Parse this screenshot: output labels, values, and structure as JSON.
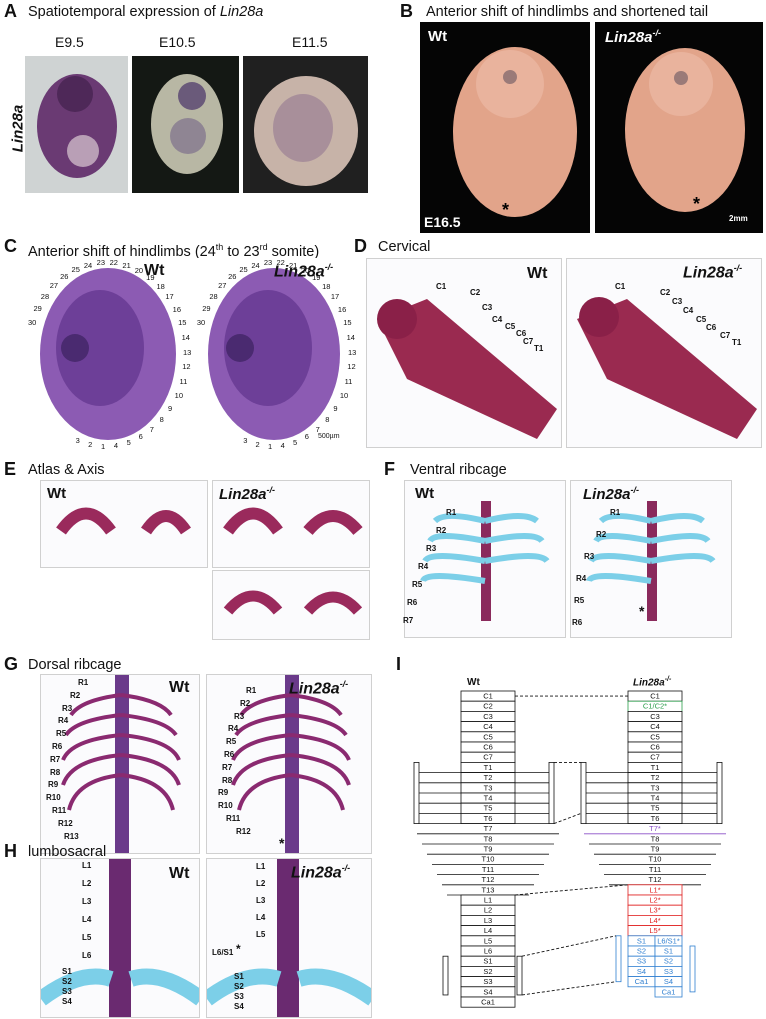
{
  "panels": {
    "A": {
      "label": "A",
      "title": "Spatiotemporal expression of ",
      "title_gene": "Lin28a",
      "side_label": "Lin28a",
      "stages": [
        "E9.5",
        "E10.5",
        "E11.5"
      ]
    },
    "B": {
      "label": "B",
      "title": "Anterior shift of hindlimbs and shortened tail",
      "left": "Wt",
      "right": "Lin28a",
      "sup": "-/-",
      "stage": "E16.5",
      "scale": "2mm"
    },
    "C": {
      "label": "C",
      "title_pre": "Anterior shift of hindlimbs (24",
      "title_sup1": "th",
      "title_mid": " to 23",
      "title_sup2": "rd",
      "title_post": " somite)",
      "left": "Wt",
      "right": "Lin28a",
      "sup": "-/-",
      "scale": "500µm",
      "wt_somites": [
        "3",
        "2",
        "1",
        "4",
        "5",
        "6",
        "7",
        "8",
        "9",
        "10",
        "11",
        "12",
        "13",
        "14",
        "15",
        "16",
        "17",
        "18",
        "19",
        "20",
        "21",
        "22",
        "23",
        "24",
        "25",
        "26",
        "27",
        "28",
        "29",
        "30"
      ],
      "ko_somites": [
        "3",
        "2",
        "1",
        "4",
        "5",
        "6",
        "7",
        "8",
        "9",
        "10",
        "11",
        "12",
        "13",
        "14",
        "15",
        "16",
        "17",
        "18",
        "19",
        "20",
        "21",
        "22",
        "23",
        "24",
        "25",
        "26",
        "27",
        "28",
        "29",
        "30"
      ]
    },
    "D": {
      "label": "D",
      "title": "Cervical",
      "left": "Wt",
      "right": "Lin28a",
      "sup": "-/-",
      "vertebrae": [
        "C1",
        "C2",
        "C3",
        "C4",
        "C5",
        "C6",
        "C7",
        "T1"
      ]
    },
    "E": {
      "label": "E",
      "title": "Atlas & Axis",
      "left": "Wt",
      "right": "Lin28a",
      "sup": "-/-"
    },
    "F": {
      "label": "F",
      "title": "Ventral ribcage",
      "left": "Wt",
      "right": "Lin28a",
      "sup": "-/-",
      "wt_ribs": [
        "R1",
        "R2",
        "R3",
        "R4",
        "R5",
        "R6",
        "R7"
      ],
      "ko_ribs": [
        "R1",
        "R2",
        "R3",
        "R4",
        "R5",
        "R6"
      ],
      "star": "*"
    },
    "G": {
      "label": "G",
      "title": "Dorsal ribcage",
      "left": "Wt",
      "right": "Lin28a",
      "sup": "-/-",
      "wt_ribs": [
        "R1",
        "R2",
        "R3",
        "R4",
        "R5",
        "R6",
        "R7",
        "R8",
        "R9",
        "R10",
        "R11",
        "R12",
        "R13"
      ],
      "ko_ribs": [
        "R1",
        "R2",
        "R3",
        "R4",
        "R5",
        "R6",
        "R7",
        "R8",
        "R9",
        "R10",
        "R11",
        "R12"
      ],
      "star": "*"
    },
    "H": {
      "label": "H",
      "title": "lumbosacral",
      "left": "Wt",
      "right": "Lin28a",
      "sup": "-/-",
      "wt_lumbar": [
        "L1",
        "L2",
        "L3",
        "L4",
        "L5",
        "L6"
      ],
      "wt_sacral": [
        "S1",
        "S2",
        "S3",
        "S4"
      ],
      "ko_lumbar": [
        "L1",
        "L2",
        "L3",
        "L4",
        "L5"
      ],
      "ko_special": "L6/S1",
      "star": "*",
      "ko_sacral": [
        "S1",
        "S2",
        "S3",
        "S4"
      ]
    },
    "I": {
      "label": "I",
      "left": "Wt",
      "right": "Lin28a",
      "sup": "-/-",
      "wt_column": [
        "C1",
        "C2",
        "C3",
        "C4",
        "C5",
        "C6",
        "C7",
        "T1",
        "T2",
        "T3",
        "T4",
        "T5",
        "T6",
        "T7",
        "T8",
        "T9",
        "T10",
        "T11",
        "T12",
        "T13",
        "L1",
        "L2",
        "L3",
        "L4",
        "L5",
        "L6",
        "S1",
        "S2",
        "S3",
        "S4",
        "Ca1"
      ],
      "ko_column": [
        "C1",
        "C1/C2*",
        "C3",
        "C4",
        "C5",
        "C6",
        "C7",
        "T1",
        "T2",
        "T3",
        "T4",
        "T5",
        "T6",
        "T7*",
        "T8",
        "T9",
        "T10",
        "T11",
        "T12",
        "L1*",
        "L2*",
        "L3*",
        "L4*",
        "L5*"
      ],
      "ko_pairs": [
        [
          "S1",
          "L6/S1*"
        ],
        [
          "S2",
          "S1"
        ],
        [
          "S3",
          "S2"
        ],
        [
          "S4",
          "S3"
        ],
        [
          "Ca1",
          "S4"
        ],
        [
          "",
          "Ca1"
        ]
      ],
      "colors": {
        "normal": "#111111",
        "green": "#2a9d4a",
        "purple": "#8a4fc8",
        "red": "#e02020",
        "blue": "#2f7fd0"
      }
    }
  }
}
